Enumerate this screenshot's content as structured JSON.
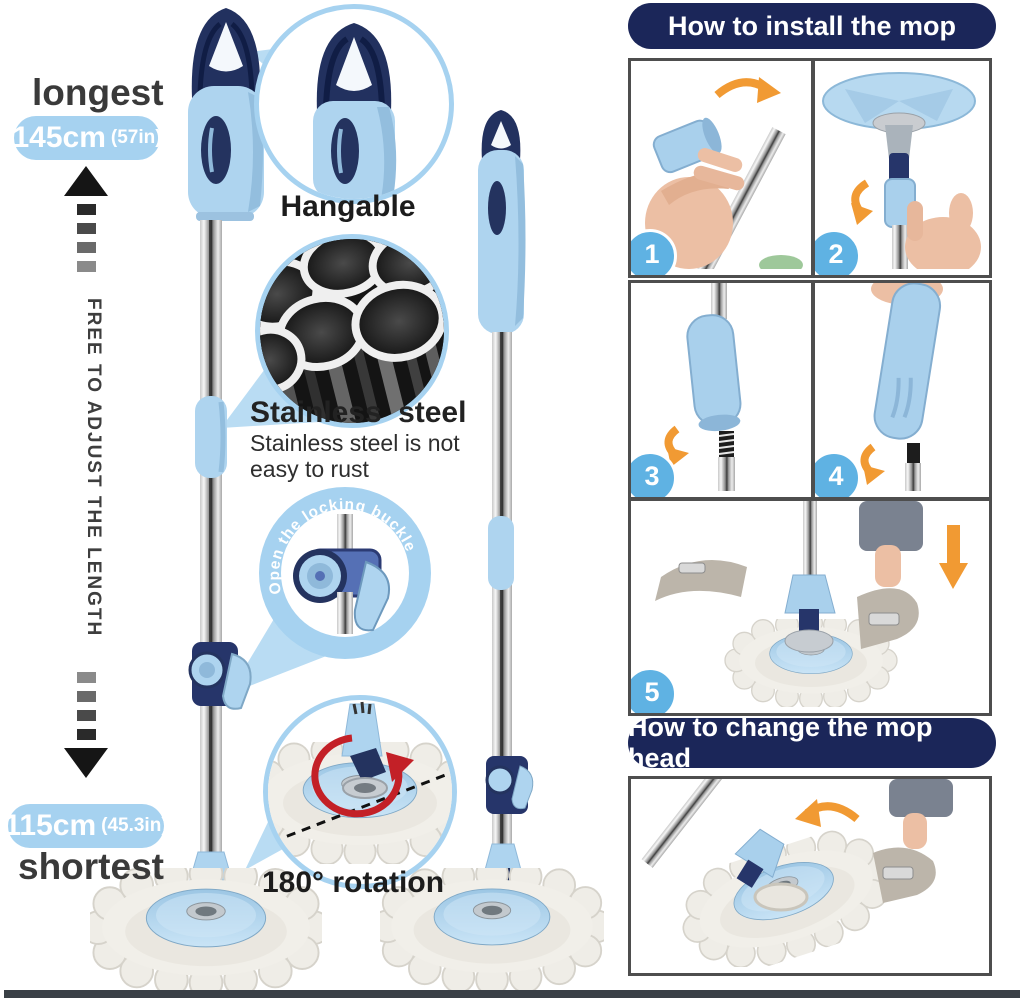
{
  "colors": {
    "badge_blue": "#a6d2f0",
    "grip_blue": "#aed4ef",
    "navy": "#1b2659",
    "step_badge_blue": "#5fb2e3",
    "orange_arrow": "#f19a33",
    "red_arrow": "#c32027",
    "text_dark": "#3a3a3a"
  },
  "left_panel": {
    "longest_label": "longest",
    "longest_value": "145cm",
    "longest_unit": "(57in)",
    "adjust_label": "FREE TO ADJUST THE LENGTH",
    "shortest_value": "115cm",
    "shortest_unit": "(45.3in)",
    "shortest_label": "shortest"
  },
  "callouts": {
    "hangable_label": "Hangable",
    "stainless_title": "Stainless steel",
    "stainless_desc": "Stainless steel is not easy to rust",
    "buckle_curved_label": "Open the locking buckle",
    "rotation_label": "180° rotation"
  },
  "install_section": {
    "title": "How to install the mop",
    "step_numbers": [
      "1",
      "2",
      "3",
      "4",
      "5"
    ]
  },
  "change_section": {
    "title": "How to change the mop head"
  }
}
